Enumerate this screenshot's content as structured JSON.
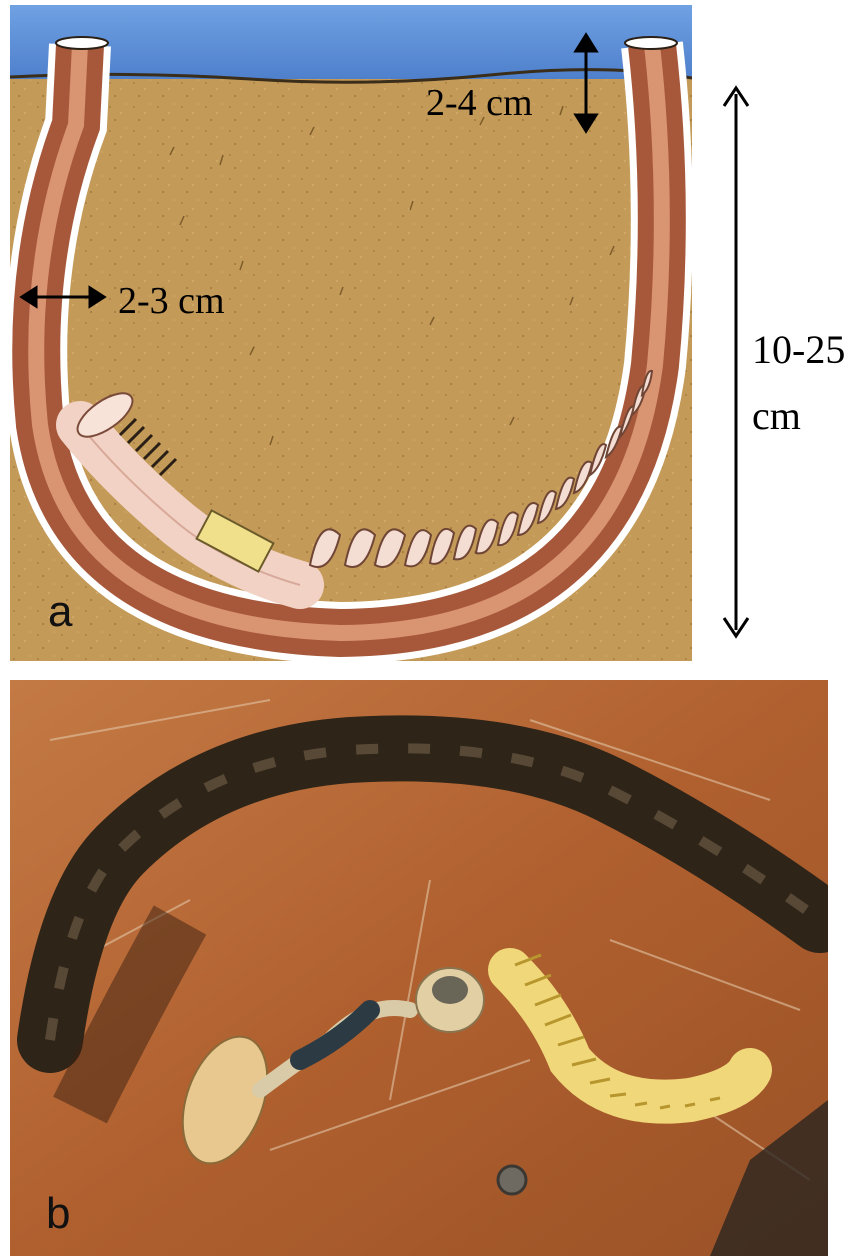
{
  "panel_a": {
    "letter": "a",
    "labels": {
      "depth": "2-4 cm",
      "width": "2-3 cm"
    }
  },
  "total_length": {
    "value": "10-25",
    "unit": "cm"
  },
  "panel_b": {
    "letter": "b"
  },
  "colors": {
    "water": "#5b8fd8",
    "sand": "#c49a58",
    "tube_wall": "#ffffff",
    "tube_interior": "#a8583a",
    "worm_body": "#f2d2c4",
    "wood": "#b8693a",
    "tube_dark": "#2e2418",
    "worm_photo": "#f0d77a"
  }
}
